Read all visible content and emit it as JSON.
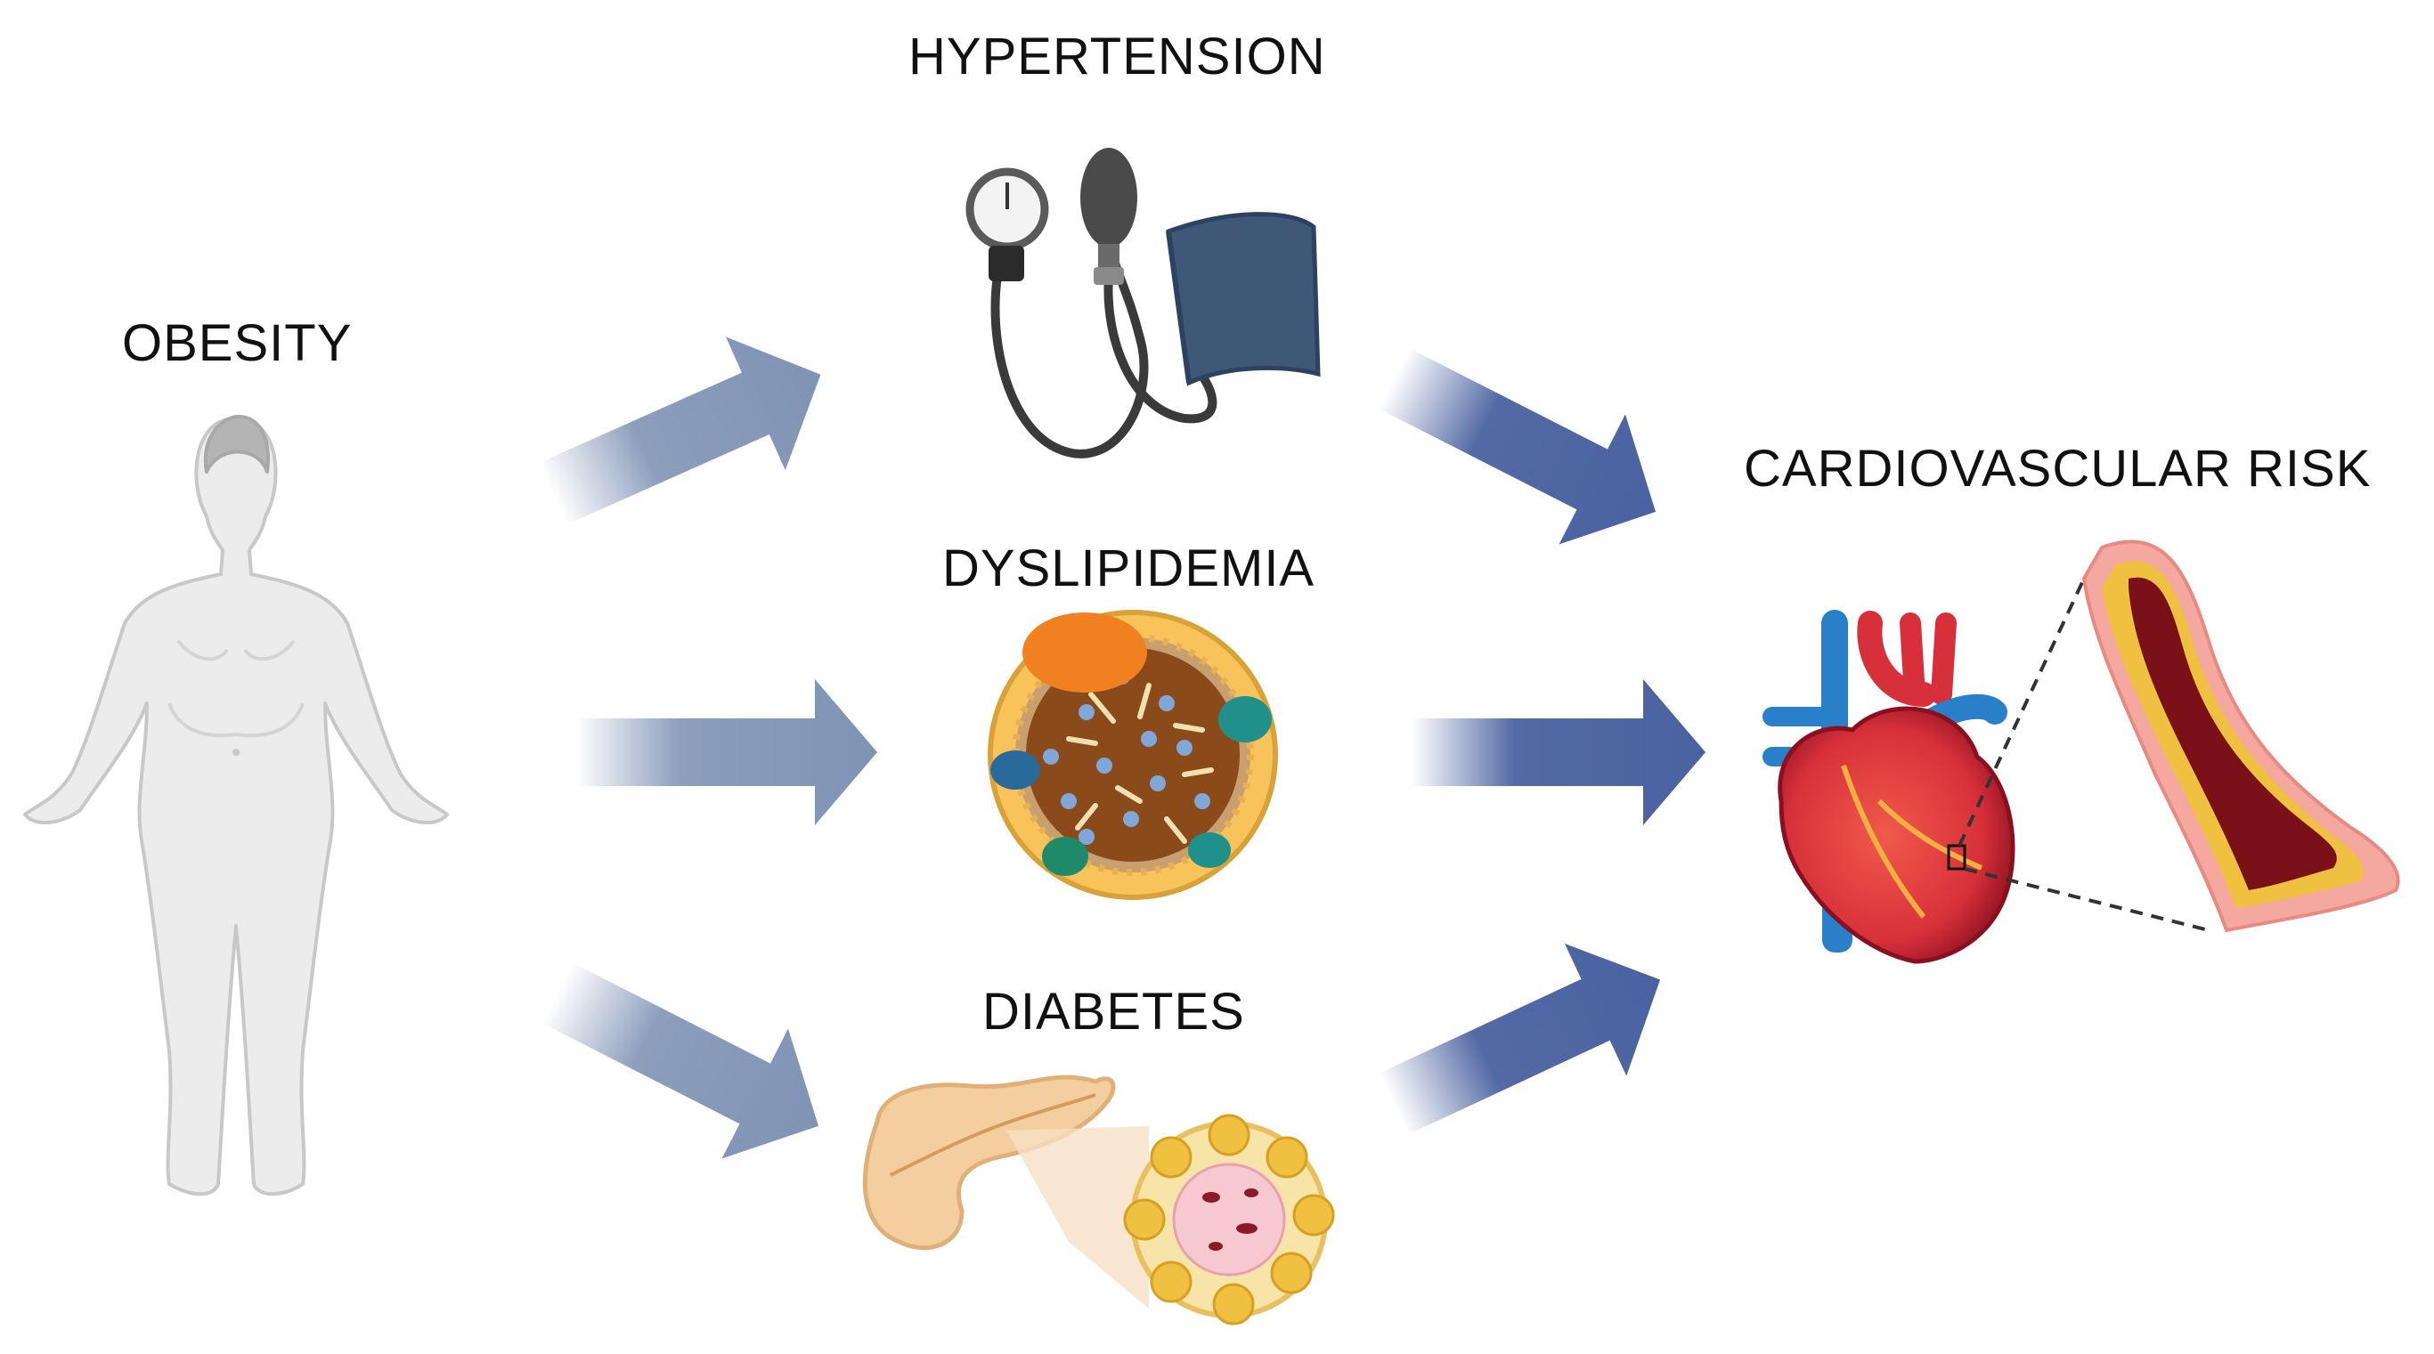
{
  "labels": {
    "obesity": "OBESITY",
    "hypertension": "HYPERTENSION",
    "dyslipidemia": "DYSLIPIDEMIA",
    "diabetes": "DIABETES",
    "cardiovascular_risk": "CARDIOVASCULAR RISK"
  },
  "colors": {
    "arrow_left": "#7f93b5",
    "arrow_right": "#4a62a0",
    "text": "#111111"
  },
  "icons": [
    "human-body-icon",
    "blood-pressure-monitor-icon",
    "lipoprotein-icon",
    "pancreas-icon",
    "heart-icon",
    "artery-plaque-icon"
  ]
}
